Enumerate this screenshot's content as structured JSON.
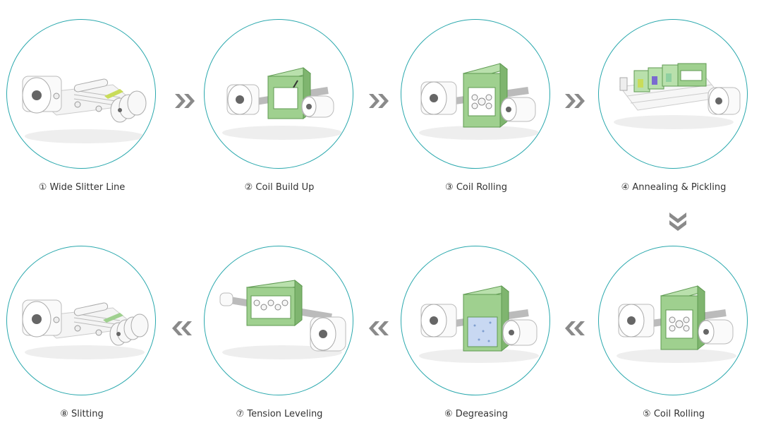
{
  "steps": [
    {
      "label": "① Wide Slitter Line",
      "illustration": "slitter-machine"
    },
    {
      "label": "② Coil Build Up",
      "illustration": "coil-build-up-machine"
    },
    {
      "label": "③ Coil Rolling",
      "illustration": "rolling-mill-machine"
    },
    {
      "label": "④ Annealing & Pickling",
      "illustration": "annealing-pickling-line"
    },
    {
      "label": "⑤ Coil Rolling",
      "illustration": "rolling-mill-machine"
    },
    {
      "label": "⑥ Degreasing",
      "illustration": "degreasing-tank-machine"
    },
    {
      "label": "⑦ Tension Leveling",
      "illustration": "tension-leveler-machine"
    },
    {
      "label": "⑧ Slitting",
      "illustration": "slitter-machine"
    }
  ],
  "colors": {
    "circle_border": "#2aa8ad",
    "arrow": "#8a8a8a",
    "machine_green": "#9fd08f",
    "machine_green_dark": "#5f9a52",
    "strip_yellow_green": "#c9dc5a"
  },
  "icons": {
    "arrow_right": "double-chevron-right-icon",
    "arrow_down": "double-chevron-down-icon",
    "arrow_left": "double-chevron-left-icon"
  }
}
